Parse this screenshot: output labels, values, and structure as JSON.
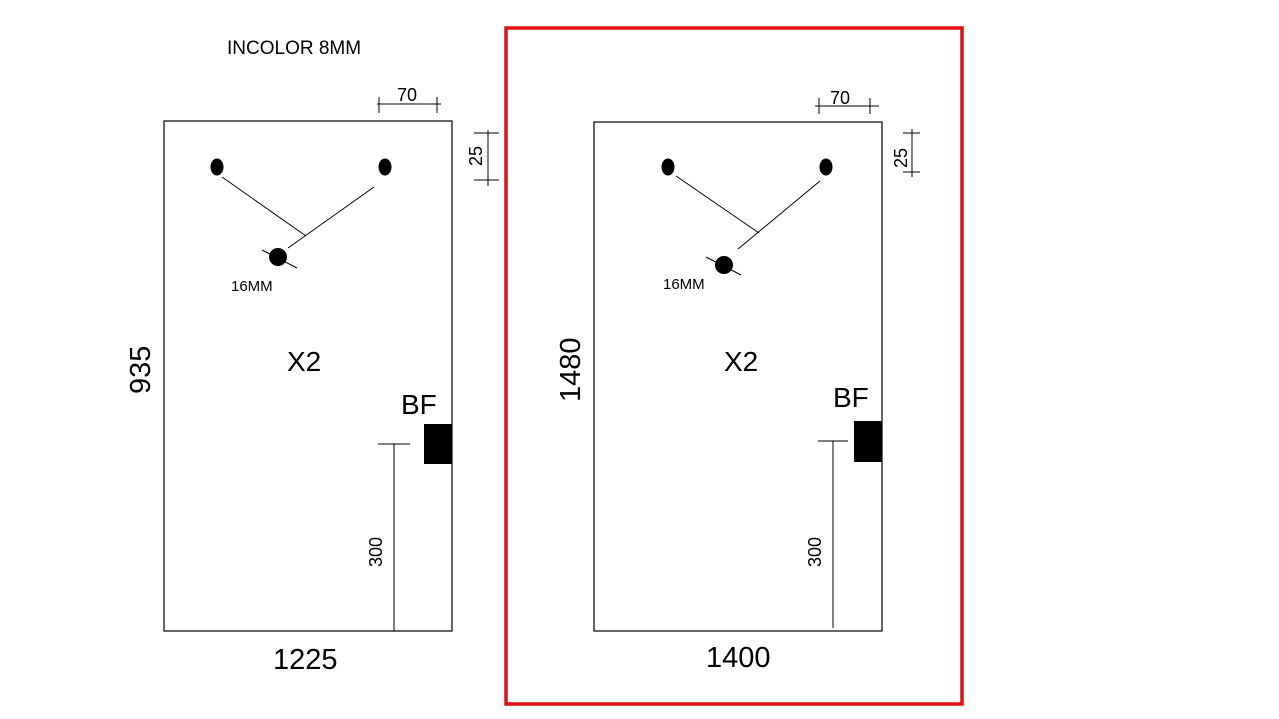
{
  "title": "INCOLOR 8MM",
  "panels": [
    {
      "width_label": "1225",
      "height_label": "935",
      "quantity": "X2",
      "hole_label": "16MM",
      "edge_offset_label": "70",
      "top_offset_label": "25",
      "bf_label": "BF",
      "bf_height_label": "300",
      "highlighted": false
    },
    {
      "width_label": "1400",
      "height_label": "1480",
      "quantity": "X2",
      "hole_label": "16MM",
      "edge_offset_label": "70",
      "top_offset_label": "25",
      "bf_label": "BF",
      "bf_height_label": "300",
      "highlighted": true
    }
  ],
  "colors": {
    "highlight_frame": "#e01010",
    "ink": "#000000"
  }
}
